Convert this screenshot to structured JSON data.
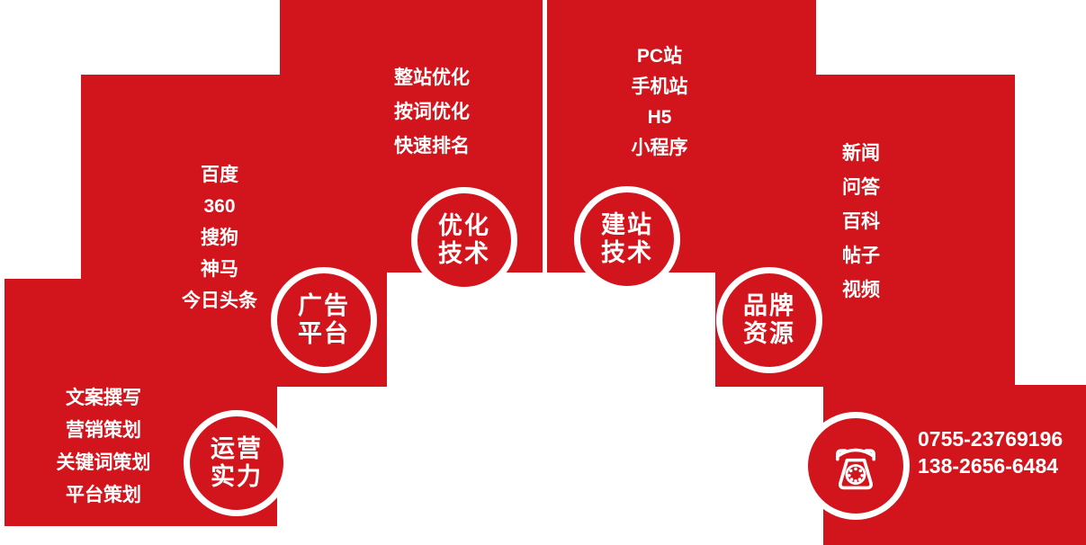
{
  "colors": {
    "brand_red": "#d2151c",
    "text_white": "#ffffff"
  },
  "sections": [
    {
      "name": "copywriting",
      "items": [
        "文案撰写",
        "营销策划",
        "关键词策划",
        "平台策划"
      ],
      "circle": {
        "line1": "运营",
        "line2": "实力"
      }
    },
    {
      "name": "advertising",
      "items": [
        "百度",
        "360",
        "搜狗",
        "神马",
        "今日头条"
      ],
      "circle": {
        "line1": "广告",
        "line2": "平台"
      }
    },
    {
      "name": "optimization",
      "items": [
        "整站优化",
        "按词优化",
        "快速排名"
      ],
      "circle": {
        "line1": "优化",
        "line2": "技术"
      }
    },
    {
      "name": "website",
      "items": [
        "PC站",
        "手机站",
        "H5",
        "小程序"
      ],
      "circle": {
        "line1": "建站",
        "line2": "技术"
      }
    },
    {
      "name": "brand",
      "items": [
        "新闻",
        "问答",
        "百科",
        "帖子",
        "视频"
      ],
      "circle": {
        "line1": "品牌",
        "line2": "资源"
      }
    },
    {
      "name": "contact",
      "circle_icon": "telephone-icon",
      "phones": [
        "0755-23769196",
        "138-2656-6484"
      ]
    }
  ]
}
